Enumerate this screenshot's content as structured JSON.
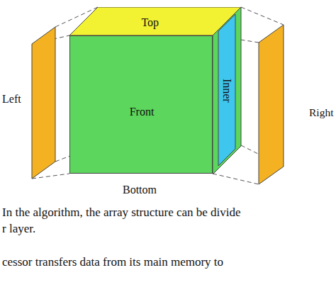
{
  "diagram": {
    "nodes": [
      {
        "text": [
          "Top"
        ]
      },
      {
        "text": [
          "Front"
        ]
      },
      {
        "text": [
          "Inner"
        ]
      }
    ],
    "labels": [
      "Left",
      "Right",
      "Bottom",
      "In the algorithm, the array structure can be divide",
      "r layer.",
      "cessor transfers data from its main memory to"
    ]
  }
}
